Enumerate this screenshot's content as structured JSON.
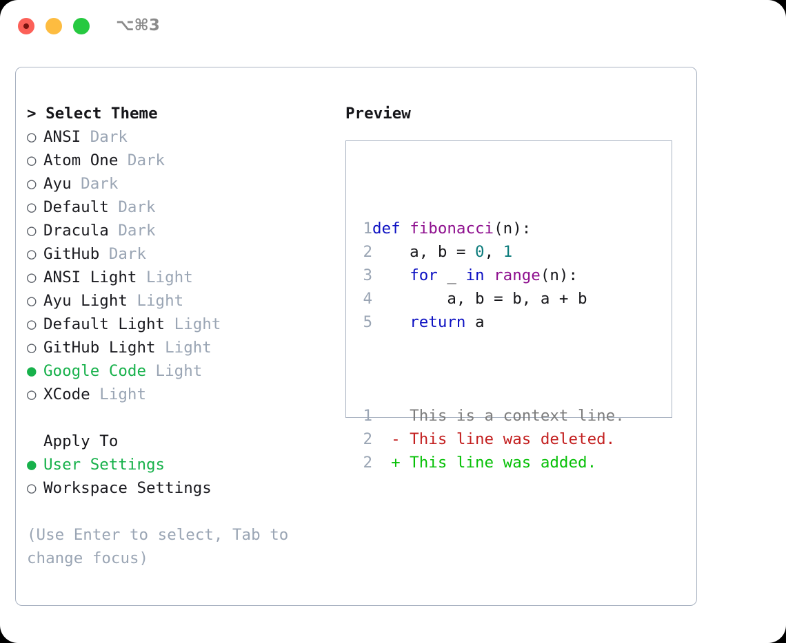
{
  "titlebar": {
    "shortcut": "⌥⌘3",
    "buttons": [
      "close",
      "minimize",
      "maximize"
    ]
  },
  "colors": {
    "selected_green": "#17b14b",
    "muted_gray": "#9aa5b4",
    "text": "#1a1a1f",
    "border": "#a8b2c1",
    "keyword_blue": "#0d11c2",
    "function_purple": "#8e0f8e",
    "number_teal": "#0b7b7b",
    "diff_removed_red": "#c32020",
    "diff_added_green": "#06c006"
  },
  "glyphs": {
    "selected": "●",
    "unselected": "○",
    "prompt": ">"
  },
  "left": {
    "header": "> Select Theme",
    "themes": [
      {
        "name": "ANSI",
        "tag": "Dark",
        "selected": false
      },
      {
        "name": "Atom One",
        "tag": "Dark",
        "selected": false
      },
      {
        "name": "Ayu",
        "tag": "Dark",
        "selected": false
      },
      {
        "name": "Default",
        "tag": "Dark",
        "selected": false
      },
      {
        "name": "Dracula",
        "tag": "Dark",
        "selected": false
      },
      {
        "name": "GitHub",
        "tag": "Dark",
        "selected": false
      },
      {
        "name": "ANSI Light",
        "tag": "Light",
        "selected": false
      },
      {
        "name": "Ayu Light",
        "tag": "Light",
        "selected": false
      },
      {
        "name": "Default Light",
        "tag": "Light",
        "selected": false
      },
      {
        "name": "GitHub Light",
        "tag": "Light",
        "selected": false
      },
      {
        "name": "Google Code",
        "tag": "Light",
        "selected": true
      },
      {
        "name": "XCode",
        "tag": "Light",
        "selected": false
      }
    ],
    "apply_to": {
      "header": "Apply To",
      "options": [
        {
          "name": "User Settings",
          "selected": true
        },
        {
          "name": "Workspace Settings",
          "selected": false
        }
      ]
    },
    "hint": "(Use Enter to select, Tab to change focus)"
  },
  "right": {
    "header": "Preview",
    "code_lines": [
      {
        "n": "1",
        "tokens": [
          {
            "t": "def",
            "c": "kw"
          },
          {
            "t": " ",
            "c": "pl"
          },
          {
            "t": "fibonacci",
            "c": "fn"
          },
          {
            "t": "(n):",
            "c": "pl"
          }
        ]
      },
      {
        "n": "2",
        "tokens": [
          {
            "t": "    a, b = ",
            "c": "pl"
          },
          {
            "t": "0",
            "c": "num"
          },
          {
            "t": ", ",
            "c": "pl"
          },
          {
            "t": "1",
            "c": "num"
          }
        ]
      },
      {
        "n": "3",
        "tokens": [
          {
            "t": "    ",
            "c": "pl"
          },
          {
            "t": "for",
            "c": "kw"
          },
          {
            "t": " _ ",
            "c": "pl"
          },
          {
            "t": "in",
            "c": "kw"
          },
          {
            "t": " ",
            "c": "pl"
          },
          {
            "t": "range",
            "c": "fn"
          },
          {
            "t": "(n):",
            "c": "pl"
          }
        ]
      },
      {
        "n": "4",
        "tokens": [
          {
            "t": "        a, b = b, a + b",
            "c": "pl"
          }
        ]
      },
      {
        "n": "5",
        "tokens": [
          {
            "t": "    ",
            "c": "pl"
          },
          {
            "t": "return",
            "c": "kw"
          },
          {
            "t": " a",
            "c": "pl"
          }
        ]
      }
    ],
    "diff_lines": [
      {
        "n": "1",
        "marker": " ",
        "text": " This is a context line.",
        "c": "gray"
      },
      {
        "n": "2",
        "marker": "-",
        "text": " This line was deleted.",
        "c": "del"
      },
      {
        "n": "2",
        "marker": "+",
        "text": " This line was added.",
        "c": "add"
      }
    ]
  }
}
